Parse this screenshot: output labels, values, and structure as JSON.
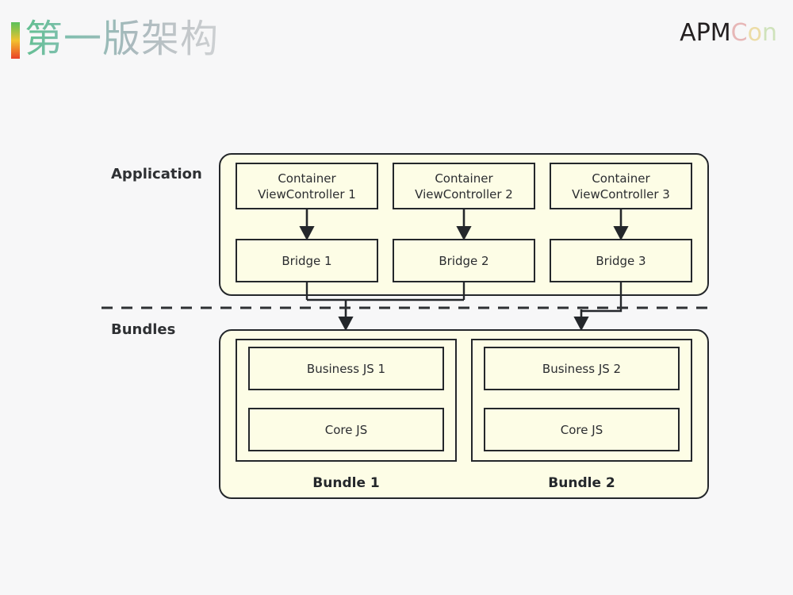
{
  "header": {
    "title": "第一版架构",
    "brand": {
      "dark": "APM",
      "c": "C",
      "o": "o",
      "n": "n"
    },
    "colors": {
      "background": "#f7f7f8",
      "logo_green": "#5cc05c",
      "logo_yellow": "#f2c230",
      "logo_red": "#e8412a",
      "title_gradient_start": "#5fbf8e",
      "title_gradient_end": "#cfd2d4",
      "brand_dark": "#231f20",
      "brand_c": "#e7b7b7",
      "brand_o": "#ecdca6",
      "brand_n": "#cfe2bb"
    }
  },
  "diagram": {
    "colors": {
      "node_fill": "#fdfde6",
      "node_stroke": "#24272b",
      "label_text": "#2e3033"
    },
    "layer_labels": {
      "application": "Application",
      "bundles": "Bundles"
    },
    "application": {
      "controllers": [
        {
          "line1": "Container",
          "line2": "ViewController 1"
        },
        {
          "line1": "Container",
          "line2": "ViewController 2"
        },
        {
          "line1": "Container",
          "line2": "ViewController 3"
        }
      ],
      "bridges": [
        {
          "label": "Bridge 1"
        },
        {
          "label": "Bridge 2"
        },
        {
          "label": "Bridge 3"
        }
      ]
    },
    "bundles": [
      {
        "caption": "Bundle 1",
        "modules": [
          {
            "label": "Business JS 1"
          },
          {
            "label": "Core JS"
          }
        ]
      },
      {
        "caption": "Bundle 2",
        "modules": [
          {
            "label": "Business JS 2"
          },
          {
            "label": "Core JS"
          }
        ]
      }
    ]
  }
}
